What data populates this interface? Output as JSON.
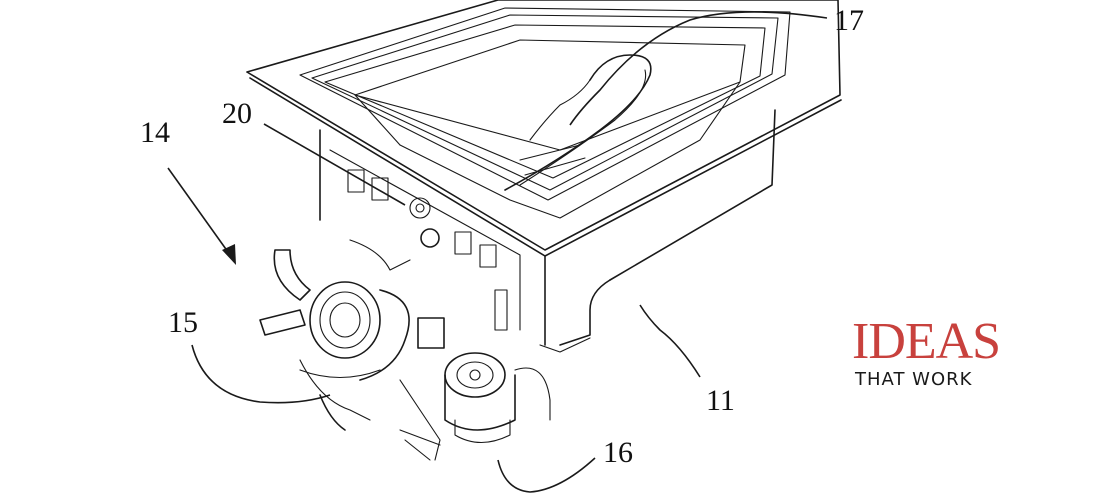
{
  "figure": {
    "reference_numerals": {
      "tub_assembly": "11",
      "component_assembly": "14",
      "left_component": "15",
      "lower_component": "16",
      "tub_element": "17",
      "wall_fitting": "20"
    }
  },
  "logo": {
    "main_text": "IDEAS",
    "sub_text": "THAT WORK",
    "color": "#c8413d"
  }
}
